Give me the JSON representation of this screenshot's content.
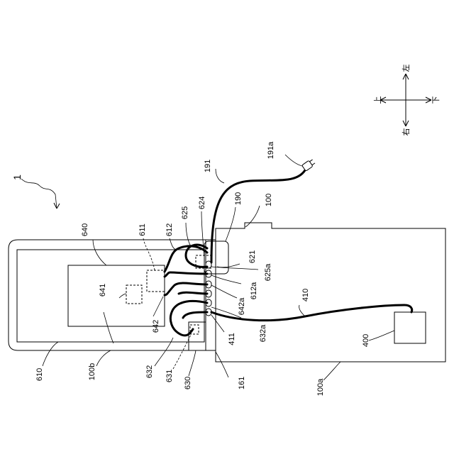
{
  "figure": {
    "assembly_label": "1",
    "labels": {
      "l100": "100",
      "l100a": "100a",
      "l100b": "100b",
      "l161": "161",
      "l190": "190",
      "l191": "191",
      "l191a": "191a",
      "l400": "400",
      "l410": "410",
      "l411": "411",
      "l610": "610",
      "l611": "611",
      "l612": "612",
      "l612a": "612a",
      "l621": "621",
      "l624": "624",
      "l625": "625",
      "l625a": "625a",
      "l630": "630",
      "l631": "631",
      "l632": "632",
      "l632a": "632a",
      "l640": "640",
      "l641": "641",
      "l642": "642",
      "l642a": "642a"
    },
    "compass": {
      "up": "上",
      "down": "下",
      "left": "左",
      "right": "右"
    }
  }
}
